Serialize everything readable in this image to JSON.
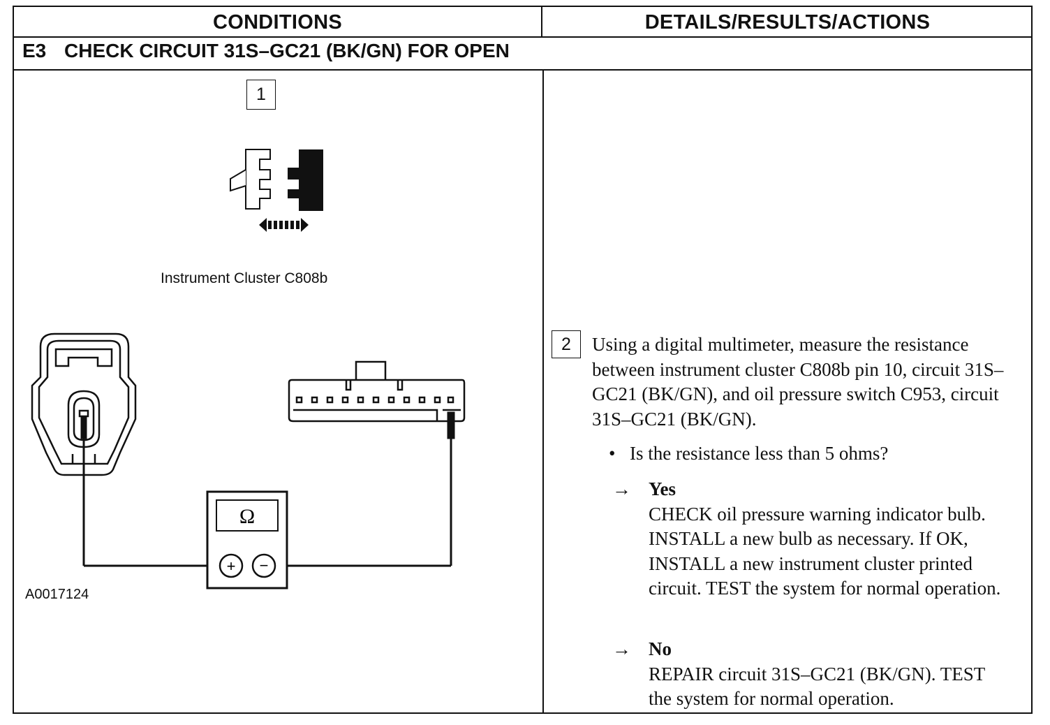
{
  "header": {
    "conditions": "CONDITIONS",
    "details": "DETAILS/RESULTS/ACTIONS"
  },
  "step": {
    "code": "E3",
    "title": "CHECK CIRCUIT 31S–GC21 (BK/GN) FOR OPEN"
  },
  "conditions": {
    "step1_number": "1",
    "connector_label": "Instrument Cluster C808b",
    "figure_id": "A0017124",
    "meter_symbol": "Ω",
    "meter_plus": "+",
    "meter_minus": "−",
    "icons": [
      "connector-disconnect-icon",
      "double-arrow-icon",
      "oil-pressure-switch-connector-icon",
      "instrument-cluster-connector-icon",
      "multimeter-icon"
    ]
  },
  "details": {
    "step2_number": "2",
    "instruction": "Using a digital multimeter, measure the resistance between instrument cluster C808b pin 10, circuit 31S–GC21 (BK/GN), and oil pressure switch C953, circuit 31S–GC21 (BK/GN).",
    "question": "Is the resistance less than 5 ohms?",
    "yes_label": "Yes",
    "yes_action": "CHECK oil pressure warning indicator bulb. INSTALL a new bulb as necessary. If OK, INSTALL a new instrument cluster printed circuit. TEST the system for normal operation.",
    "no_label": "No",
    "no_action": "REPAIR circuit 31S–GC21 (BK/GN). TEST the system for normal operation.",
    "arrow_symbol": "→",
    "bullet_symbol": "•"
  }
}
